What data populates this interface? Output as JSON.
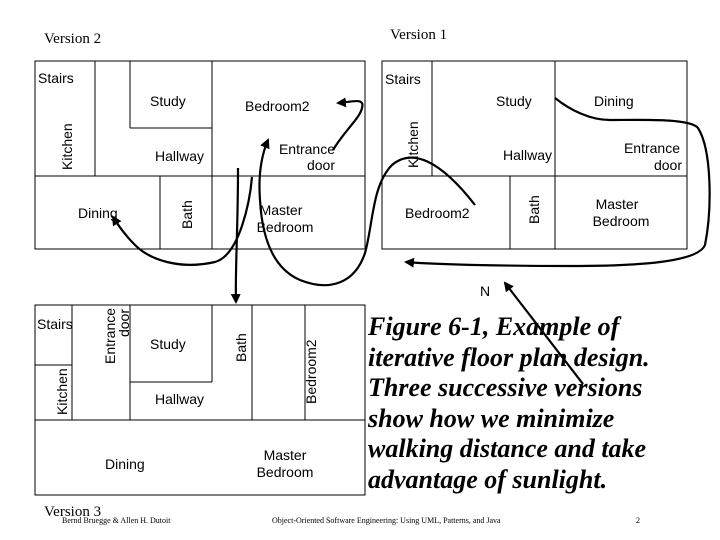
{
  "version2": {
    "title": "Version 2",
    "rooms": {
      "stairs": "Stairs",
      "study": "Study",
      "kitchen": "Kitchen",
      "hallway": "Hallway",
      "bedroom2": "Bedroom2",
      "entrance_line1": "Entrance",
      "entrance_line2": "door",
      "dining": "Dining",
      "bath": "Bath",
      "master_line1": "Master",
      "master_line2": "Bedroom"
    }
  },
  "version1": {
    "title": "Version 1",
    "rooms": {
      "stairs": "Stairs",
      "study": "Study",
      "dining": "Dining",
      "kitchen": "Kitchen",
      "hallway": "Hallway",
      "entrance_line1": "Entrance",
      "entrance_line2": "door",
      "bedroom2": "Bedroom2",
      "bath": "Bath",
      "master_line1": "Master",
      "master_line2": "Bedroom"
    }
  },
  "version3": {
    "title": "Version 3",
    "rooms": {
      "stairs": "Stairs",
      "kitchen": "Kitchen",
      "entrance_line1": "Entrance",
      "entrance_line2": "door",
      "study": "Study",
      "bath": "Bath",
      "bedroom2": "Bedroom2",
      "hallway": "Hallway",
      "dining": "Dining",
      "master_line1": "Master",
      "master_line2": "Bedroom"
    }
  },
  "compass_label": "N",
  "caption_lines": [
    "Figure 6-1, Example of",
    "iterative floor plan design.",
    "Three successive versions",
    "show how we minimize",
    "walking distance and take",
    "advantage of sunlight."
  ],
  "footer": {
    "authors": "Bernd Bruegge & Allen H. Dutoit",
    "book": "Object-Oriented Software Engineering: Using UML, Patterns, and Java",
    "page": "2"
  }
}
